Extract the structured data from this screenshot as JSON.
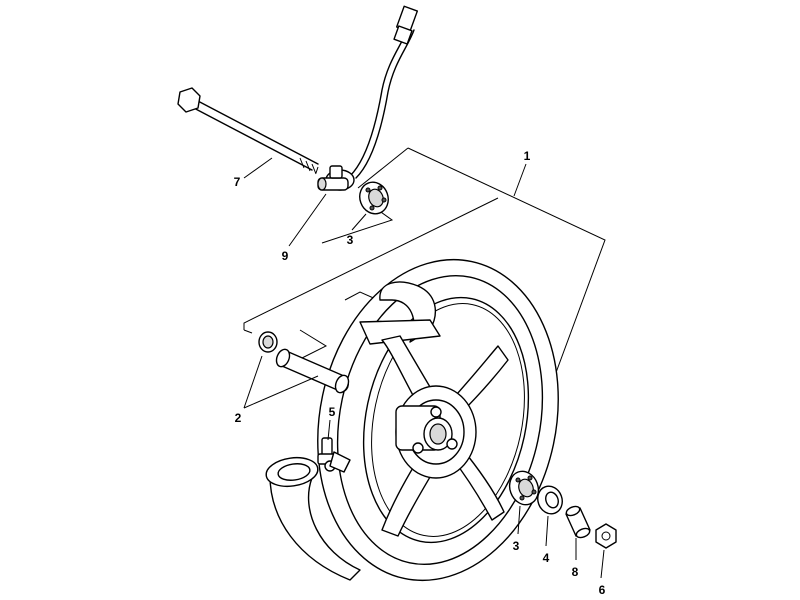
{
  "callouts": [
    {
      "id": "c1",
      "label": "1"
    },
    {
      "id": "c2",
      "label": "2"
    },
    {
      "id": "c3a",
      "label": "3"
    },
    {
      "id": "c3b",
      "label": "3"
    },
    {
      "id": "c4",
      "label": "4"
    },
    {
      "id": "c5",
      "label": "5"
    },
    {
      "id": "c6",
      "label": "6"
    },
    {
      "id": "c7",
      "label": "7"
    },
    {
      "id": "c8",
      "label": "8"
    },
    {
      "id": "c9",
      "label": "9"
    }
  ]
}
